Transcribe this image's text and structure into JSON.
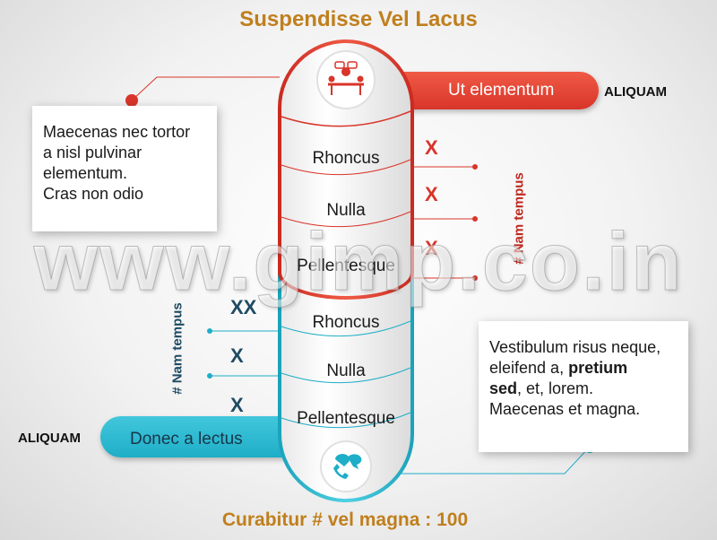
{
  "title": "Suspendisse Vel Lacus",
  "footer": "Curabitur # vel magna : 100",
  "watermark": "www.gimp.co.in",
  "left_card": {
    "lines": [
      "Maecenas nec tortor",
      "a nisl pulvinar",
      "elementum.",
      "Cras non odio"
    ]
  },
  "right_card": {
    "line1": "Vestibulum risus neque,",
    "line2": "eleifend a,",
    "bold1": "pretium",
    "bold2": "sed",
    "line3_rest": ", et, lorem.",
    "line4": "Maecenas et magna."
  },
  "top_ribbon": {
    "label": "Ut elementum",
    "tag": "ALIQUAM"
  },
  "bottom_ribbon": {
    "label": "Donec a lectus",
    "tag": "ALIQUAM"
  },
  "upper_segments": [
    "Rhoncus",
    "Nulla",
    "Pellentesque"
  ],
  "lower_segments": [
    "Rhoncus",
    "Nulla",
    "Pellentesque"
  ],
  "upper_marks": [
    "X",
    "X",
    "X"
  ],
  "lower_marks": [
    "XX",
    "X",
    "X"
  ],
  "upper_axis_label": "# Nam tempus",
  "lower_axis_label": "# Nam tempus",
  "icons": {
    "top": "meeting-icon",
    "bottom": "support-chat-icon"
  },
  "colors": {
    "red": "#d9352a",
    "blue": "#1eaec7",
    "gold": "#c07f1d",
    "navy": "#1f4a63"
  }
}
